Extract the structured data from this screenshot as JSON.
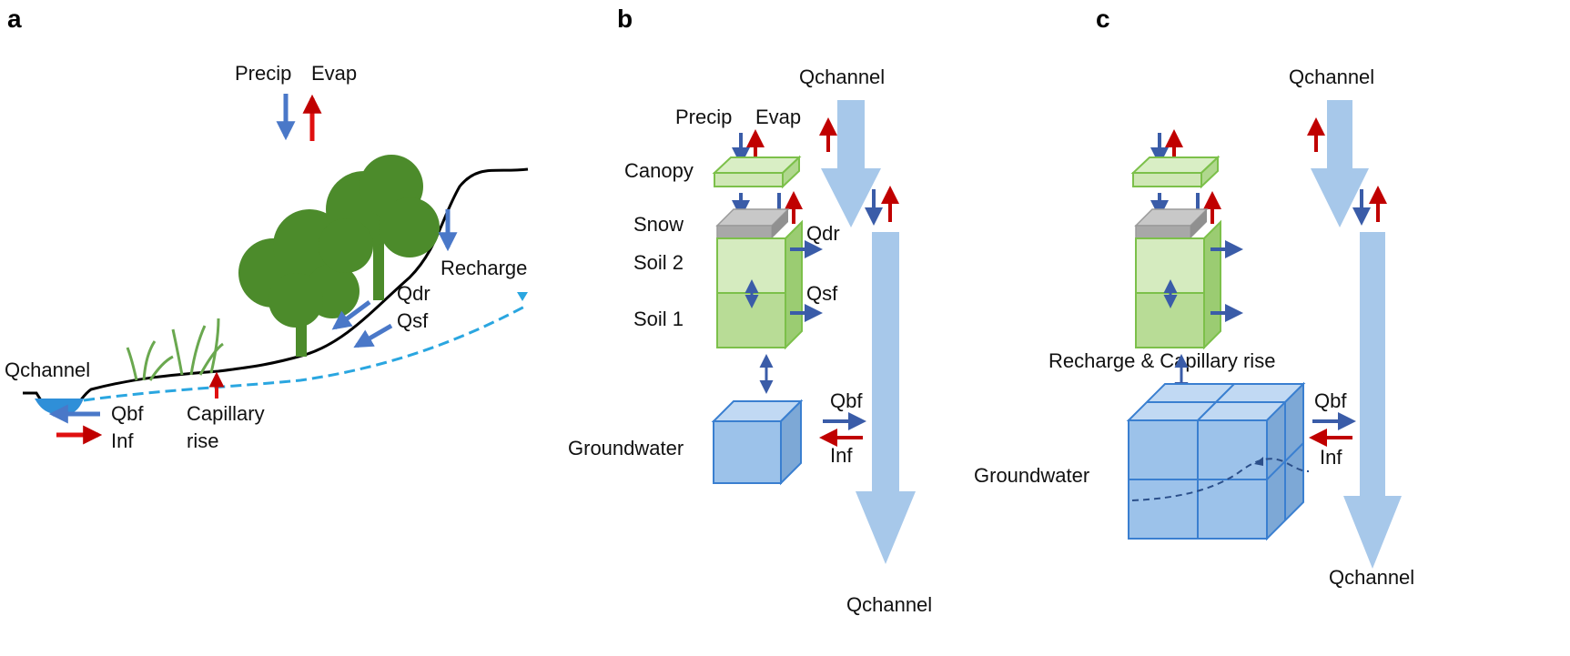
{
  "colors": {
    "blue_flux": "#3a5ca8",
    "red_flux": "#c00000",
    "channel": "#a7c8ea",
    "soil_light": "#cfe7b5",
    "soil_dark": "#b0d88e",
    "soil_edge": "#7cc04a",
    "snow": "#a8a8a8",
    "groundwater": "#9cc2ea",
    "gw_edge": "#3a7fd0",
    "tree": "#4c8b2b",
    "water_table": "#2aa6e0"
  },
  "panels": {
    "a": {
      "letter": "a",
      "precip": "Precip",
      "evap": "Evap",
      "recharge": "Recharge",
      "qdr": "Qdr",
      "qsf": "Qsf",
      "qchannel": "Qchannel",
      "qbf": "Qbf",
      "inf": "Inf",
      "capillary_1": "Capillary",
      "capillary_2": "rise"
    },
    "b": {
      "letter": "b",
      "qchannel_top": "Qchannel",
      "qchannel_bottom": "Qchannel",
      "precip": "Precip",
      "evap": "Evap",
      "canopy": "Canopy",
      "snow": "Snow",
      "soil2": "Soil 2",
      "soil1": "Soil 1",
      "qdr": "Qdr",
      "qsf": "Qsf",
      "groundwater": "Groundwater",
      "qbf": "Qbf",
      "inf": "Inf"
    },
    "c": {
      "letter": "c",
      "qchannel_top": "Qchannel",
      "qchannel_bottom": "Qchannel",
      "recharge_cap": "Recharge &  Capillary rise",
      "groundwater": "Groundwater",
      "qbf": "Qbf",
      "inf": "Inf"
    }
  }
}
